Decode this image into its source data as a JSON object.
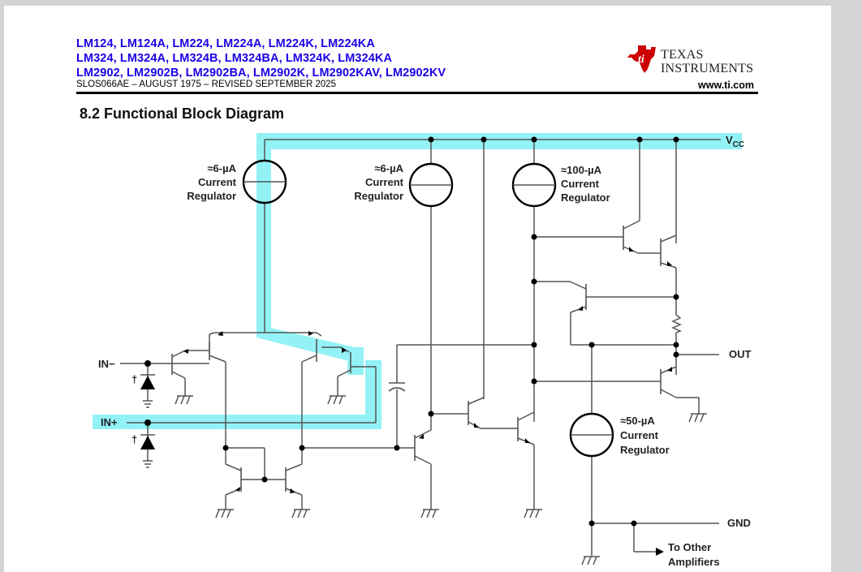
{
  "header": {
    "part_lines": [
      "LM124, LM124A, LM224, LM224A, LM224K, LM224KA",
      "LM324, LM324A, LM324B, LM324BA, LM324K, LM324KA",
      "LM2902, LM2902B, LM2902BA, LM2902K, LM2902KAV, LM2902KV"
    ],
    "doc_id": "SLOS066AE – AUGUST 1975 – REVISED SEPTEMBER 2025",
    "logo": {
      "line1": "TEXAS",
      "line2": "INSTRUMENTS",
      "icon": "ti-logo-icon"
    },
    "website": "www.ti.com"
  },
  "section": {
    "title": "8.2 Functional Block Diagram"
  },
  "diagram": {
    "highlight_color": "#7ff0f5",
    "wire_color": "#555555",
    "labels": {
      "vcc": "V",
      "vcc_sub": "CC",
      "in_minus": "IN−",
      "in_plus": "IN+",
      "out": "OUT",
      "gnd": "GND",
      "to_other_1": "To Other",
      "to_other_2": "Amplifiers",
      "dagger": "†"
    },
    "current_regulators": [
      {
        "value": "≈6-µA",
        "line2": "Current",
        "line3": "Regulator"
      },
      {
        "value": "≈6-µA",
        "line2": "Current",
        "line3": "Regulator"
      },
      {
        "value": "≈100-µA",
        "line2": "Current",
        "line3": "Regulator"
      },
      {
        "value": "≈50-µA",
        "line2": "Current",
        "line3": "Regulator"
      }
    ]
  }
}
